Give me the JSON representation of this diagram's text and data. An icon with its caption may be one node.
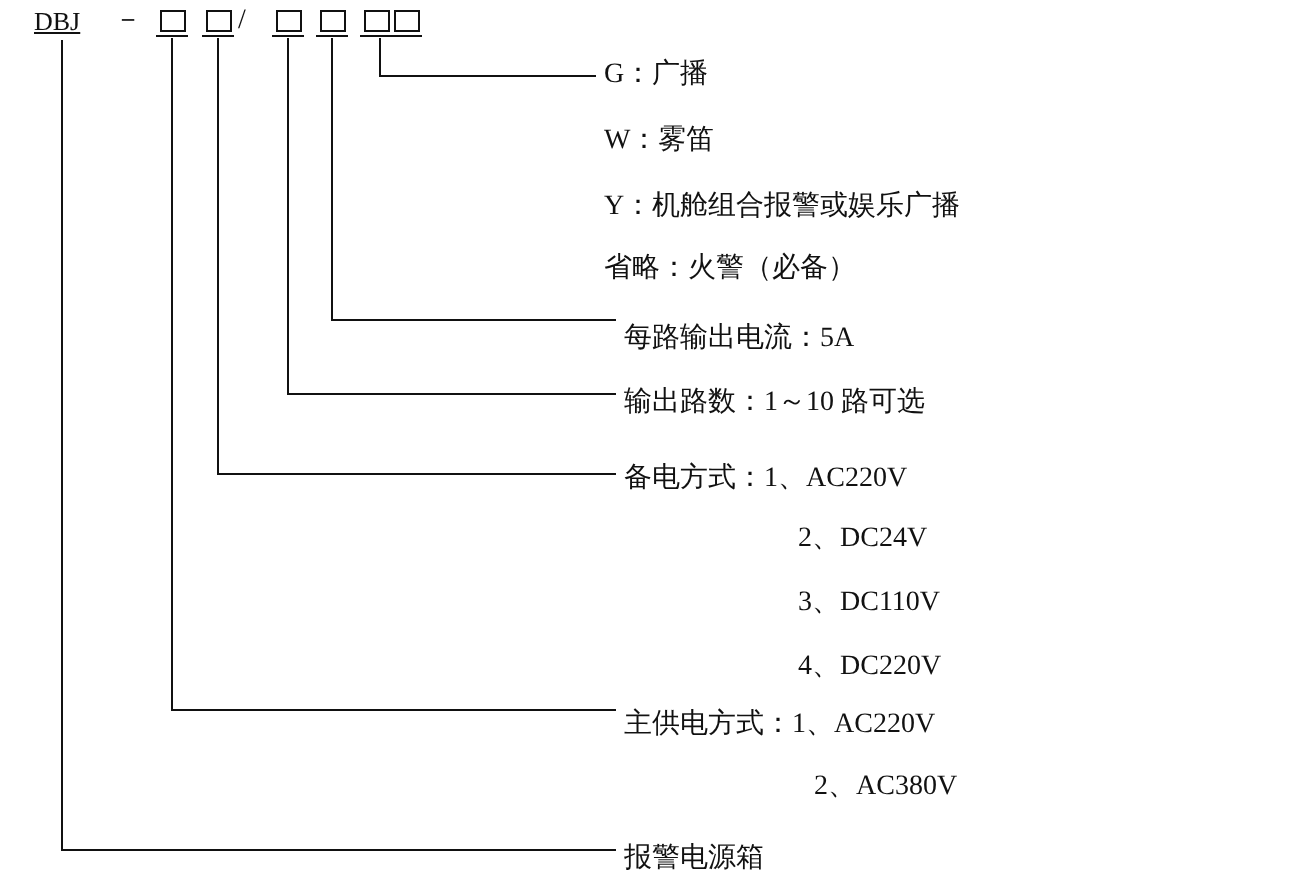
{
  "diagram": {
    "nodes": [
      {
        "text": [
          "DBJ"
        ]
      },
      {
        "text": [],
        "shape": "box"
      },
      {
        "text": [],
        "shape": "box"
      },
      {
        "text": [],
        "shape": "box"
      },
      {
        "text": [],
        "shape": "box"
      },
      {
        "text": [],
        "shape": "box"
      },
      {
        "text": [
          "G：广播",
          "W：雾笛",
          "Y：机舱组合报警或娱乐广播",
          "省略：火警（必备）"
        ]
      },
      {
        "text": [
          "每路输出电流：5A"
        ]
      },
      {
        "text": [
          "输出路数：1～10 路可选"
        ]
      },
      {
        "text": [
          "备电方式：1、AC220V",
          "2、DC24V",
          "3、DC110V",
          "4、DC220V"
        ]
      },
      {
        "text": [
          "主供电方式：1、AC220V",
          "2、AC380V"
        ]
      },
      {
        "text": [
          "报警电源箱"
        ]
      }
    ],
    "edges": [
      {
        "from": 5,
        "to": 6,
        "arrow": "none"
      },
      {
        "from": 4,
        "to": 7,
        "arrow": "none"
      },
      {
        "from": 3,
        "to": 8,
        "arrow": "none"
      },
      {
        "from": 2,
        "to": 9,
        "arrow": "none"
      },
      {
        "from": 1,
        "to": 10,
        "arrow": "none"
      },
      {
        "from": 0,
        "to": 11,
        "arrow": "none"
      }
    ],
    "labels": [
      "－",
      "/"
    ]
  }
}
